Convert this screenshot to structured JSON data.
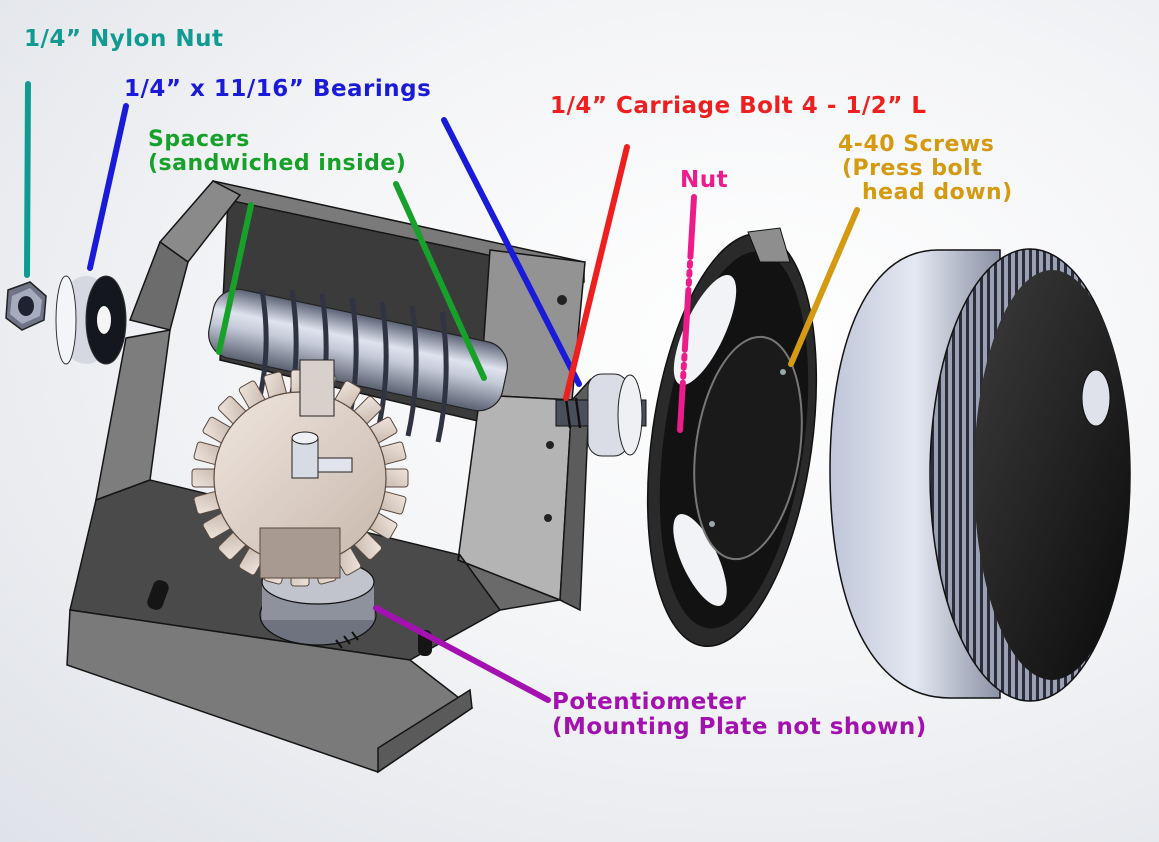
{
  "labels": {
    "nylon_nut": {
      "text": "1/4” Nylon Nut",
      "color": "#119a92"
    },
    "bearings": {
      "text": "1/4” x 11/16” Bearings",
      "color": "#1a1ad9"
    },
    "spacers": {
      "line1": "Spacers",
      "line2": "(sandwiched inside)",
      "color": "#17a12a"
    },
    "carriage_bolt": {
      "text": "1/4” Carriage Bolt  4 - 1/2” L",
      "color": "#ee1f1f"
    },
    "nut": {
      "text": "Nut",
      "color": "#ee1b8a"
    },
    "screws": {
      "line1": "4-40 Screws",
      "line2": "(Press bolt",
      "line3": "head down)",
      "color": "#d49a12"
    },
    "potentiometer": {
      "line1": "Potentiometer",
      "line2": "(Mounting Plate not shown)",
      "color": "#a312b0"
    }
  }
}
